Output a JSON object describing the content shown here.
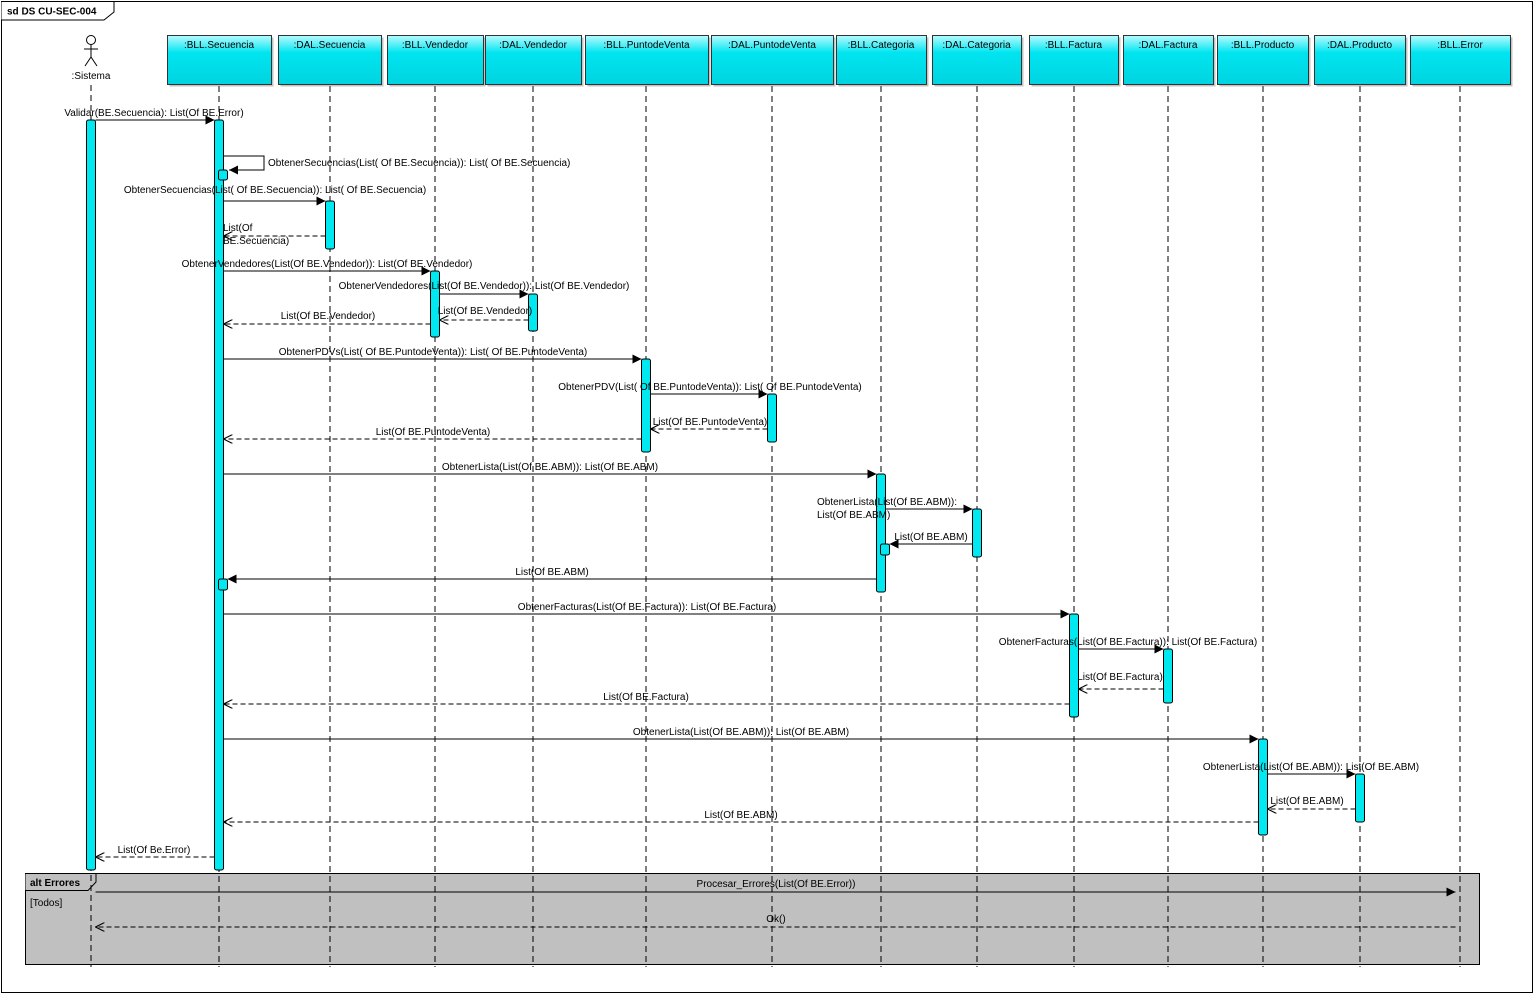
{
  "frame": {
    "title": "sd DS CU-SEC-004"
  },
  "actor": {
    "label": ":Sistema"
  },
  "lifelines": [
    {
      "id": "bll_secuencia",
      "label": ":BLL.Secuencia"
    },
    {
      "id": "dal_secuencia",
      "label": ":DAL.Secuencia"
    },
    {
      "id": "bll_vendedor",
      "label": ":BLL.Vendedor"
    },
    {
      "id": "dal_vendedor",
      "label": ":DAL.Vendedor"
    },
    {
      "id": "bll_puntodeventa",
      "label": ":BLL.PuntodeVenta"
    },
    {
      "id": "dal_puntodeventa",
      "label": ":DAL.PuntodeVenta"
    },
    {
      "id": "bll_categoria",
      "label": ":BLL.Categoria"
    },
    {
      "id": "dal_categoria",
      "label": ":DAL.Categoria"
    },
    {
      "id": "bll_factura",
      "label": ":BLL.Factura"
    },
    {
      "id": "dal_factura",
      "label": ":DAL.Factura"
    },
    {
      "id": "bll_producto",
      "label": ":BLL.Producto"
    },
    {
      "id": "dal_producto",
      "label": ":DAL.Producto"
    },
    {
      "id": "bll_error",
      "label": ":BLL.Error"
    }
  ],
  "messages": [
    {
      "from": "sistema",
      "to": "bll_secuencia",
      "kind": "call",
      "label": "Validar(BE.Secuencia): List(Of BE.Error)"
    },
    {
      "from": "bll_secuencia",
      "to": "bll_secuencia",
      "kind": "self",
      "label": "ObtenerSecuencias(List( Of BE.Secuencia)): List( Of BE.Secuencia)"
    },
    {
      "from": "bll_secuencia",
      "to": "dal_secuencia",
      "kind": "call",
      "label": "ObtenerSecuencias(List( Of BE.Secuencia)): List( Of BE.Secuencia)"
    },
    {
      "from": "dal_secuencia",
      "to": "bll_secuencia",
      "kind": "return",
      "label": "List(Of BE.Secuencia)",
      "lines": [
        "List(Of",
        "BE.Secuencia)"
      ]
    },
    {
      "from": "bll_secuencia",
      "to": "bll_vendedor",
      "kind": "call",
      "label": "ObtenerVendedores(List(Of BE.Vendedor)): List(Of BE.Vendedor)"
    },
    {
      "from": "bll_vendedor",
      "to": "dal_vendedor",
      "kind": "call",
      "label": "ObtenerVendedores(List(Of BE.Vendedor)): List(Of BE.Vendedor)"
    },
    {
      "from": "dal_vendedor",
      "to": "bll_vendedor",
      "kind": "return",
      "label": "List(Of BE.Vendedor)"
    },
    {
      "from": "bll_vendedor",
      "to": "bll_secuencia",
      "kind": "return",
      "label": "List(Of BE.Vendedor)"
    },
    {
      "from": "bll_secuencia",
      "to": "bll_puntodeventa",
      "kind": "call",
      "label": "ObtenerPDVs(List( Of BE.PuntodeVenta)): List( Of BE.PuntodeVenta)"
    },
    {
      "from": "bll_puntodeventa",
      "to": "dal_puntodeventa",
      "kind": "call",
      "label": "ObtenerPDV(List( Of BE.PuntodeVenta)): List( Of BE.PuntodeVenta)"
    },
    {
      "from": "dal_puntodeventa",
      "to": "bll_puntodeventa",
      "kind": "return",
      "label": "List(Of BE.PuntodeVenta)"
    },
    {
      "from": "bll_puntodeventa",
      "to": "bll_secuencia",
      "kind": "return",
      "label": "List(Of BE.PuntodeVenta)"
    },
    {
      "from": "bll_secuencia",
      "to": "bll_categoria",
      "kind": "call",
      "label": "ObtenerLista(List(Of BE.ABM)): List(Of BE.ABM)"
    },
    {
      "from": "bll_categoria",
      "to": "dal_categoria",
      "kind": "call",
      "label": "ObtenerLista(List(Of BE.ABM)): List(Of BE.ABM)",
      "lines": [
        "ObtenerLista(List(Of BE.ABM)):",
        "List(Of BE.ABM)"
      ]
    },
    {
      "from": "dal_categoria",
      "to": "bll_categoria",
      "kind": "reply",
      "label": "List(Of BE.ABM)"
    },
    {
      "from": "bll_categoria",
      "to": "bll_secuencia",
      "kind": "reply",
      "label": "List(Of BE.ABM)"
    },
    {
      "from": "bll_secuencia",
      "to": "bll_factura",
      "kind": "call",
      "label": "ObtenerFacturas(List(Of BE.Factura)): List(Of BE.Factura)"
    },
    {
      "from": "bll_factura",
      "to": "dal_factura",
      "kind": "call",
      "label": "ObtenerFacturas(List(Of BE.Factura)): List(Of BE.Factura)"
    },
    {
      "from": "dal_factura",
      "to": "bll_factura",
      "kind": "return",
      "label": "List(Of BE.Factura)"
    },
    {
      "from": "bll_factura",
      "to": "bll_secuencia",
      "kind": "return",
      "label": "List(Of BE.Factura)"
    },
    {
      "from": "bll_secuencia",
      "to": "bll_producto",
      "kind": "call",
      "label": "ObtenerLista(List(Of BE.ABM)): List(Of BE.ABM)"
    },
    {
      "from": "bll_producto",
      "to": "dal_producto",
      "kind": "call",
      "label": "ObtenerLista(List(Of BE.ABM)): List(Of BE.ABM)"
    },
    {
      "from": "dal_producto",
      "to": "bll_producto",
      "kind": "return",
      "label": "List(Of BE.ABM)"
    },
    {
      "from": "bll_producto",
      "to": "bll_secuencia",
      "kind": "return",
      "label": "List(Of BE.ABM)"
    },
    {
      "from": "bll_secuencia",
      "to": "sistema",
      "kind": "return",
      "label": "List(Of Be.Error)"
    }
  ],
  "fragment": {
    "operator": "alt Errores",
    "guard": "[Todos]",
    "messages": [
      {
        "from": "sistema",
        "to": "bll_error",
        "kind": "call",
        "label": "Procesar_Errores(List(Of BE.Error))"
      },
      {
        "from": "bll_error",
        "to": "sistema",
        "kind": "return",
        "label": "Ok()"
      }
    ]
  },
  "colors": {
    "lifeline_fill": "#00e5f0",
    "lifeline_fill_light": "#b8fbff",
    "activation_fill": "#00e8f0",
    "fragment_fill": "#c0c0c0",
    "line": "#000000"
  }
}
